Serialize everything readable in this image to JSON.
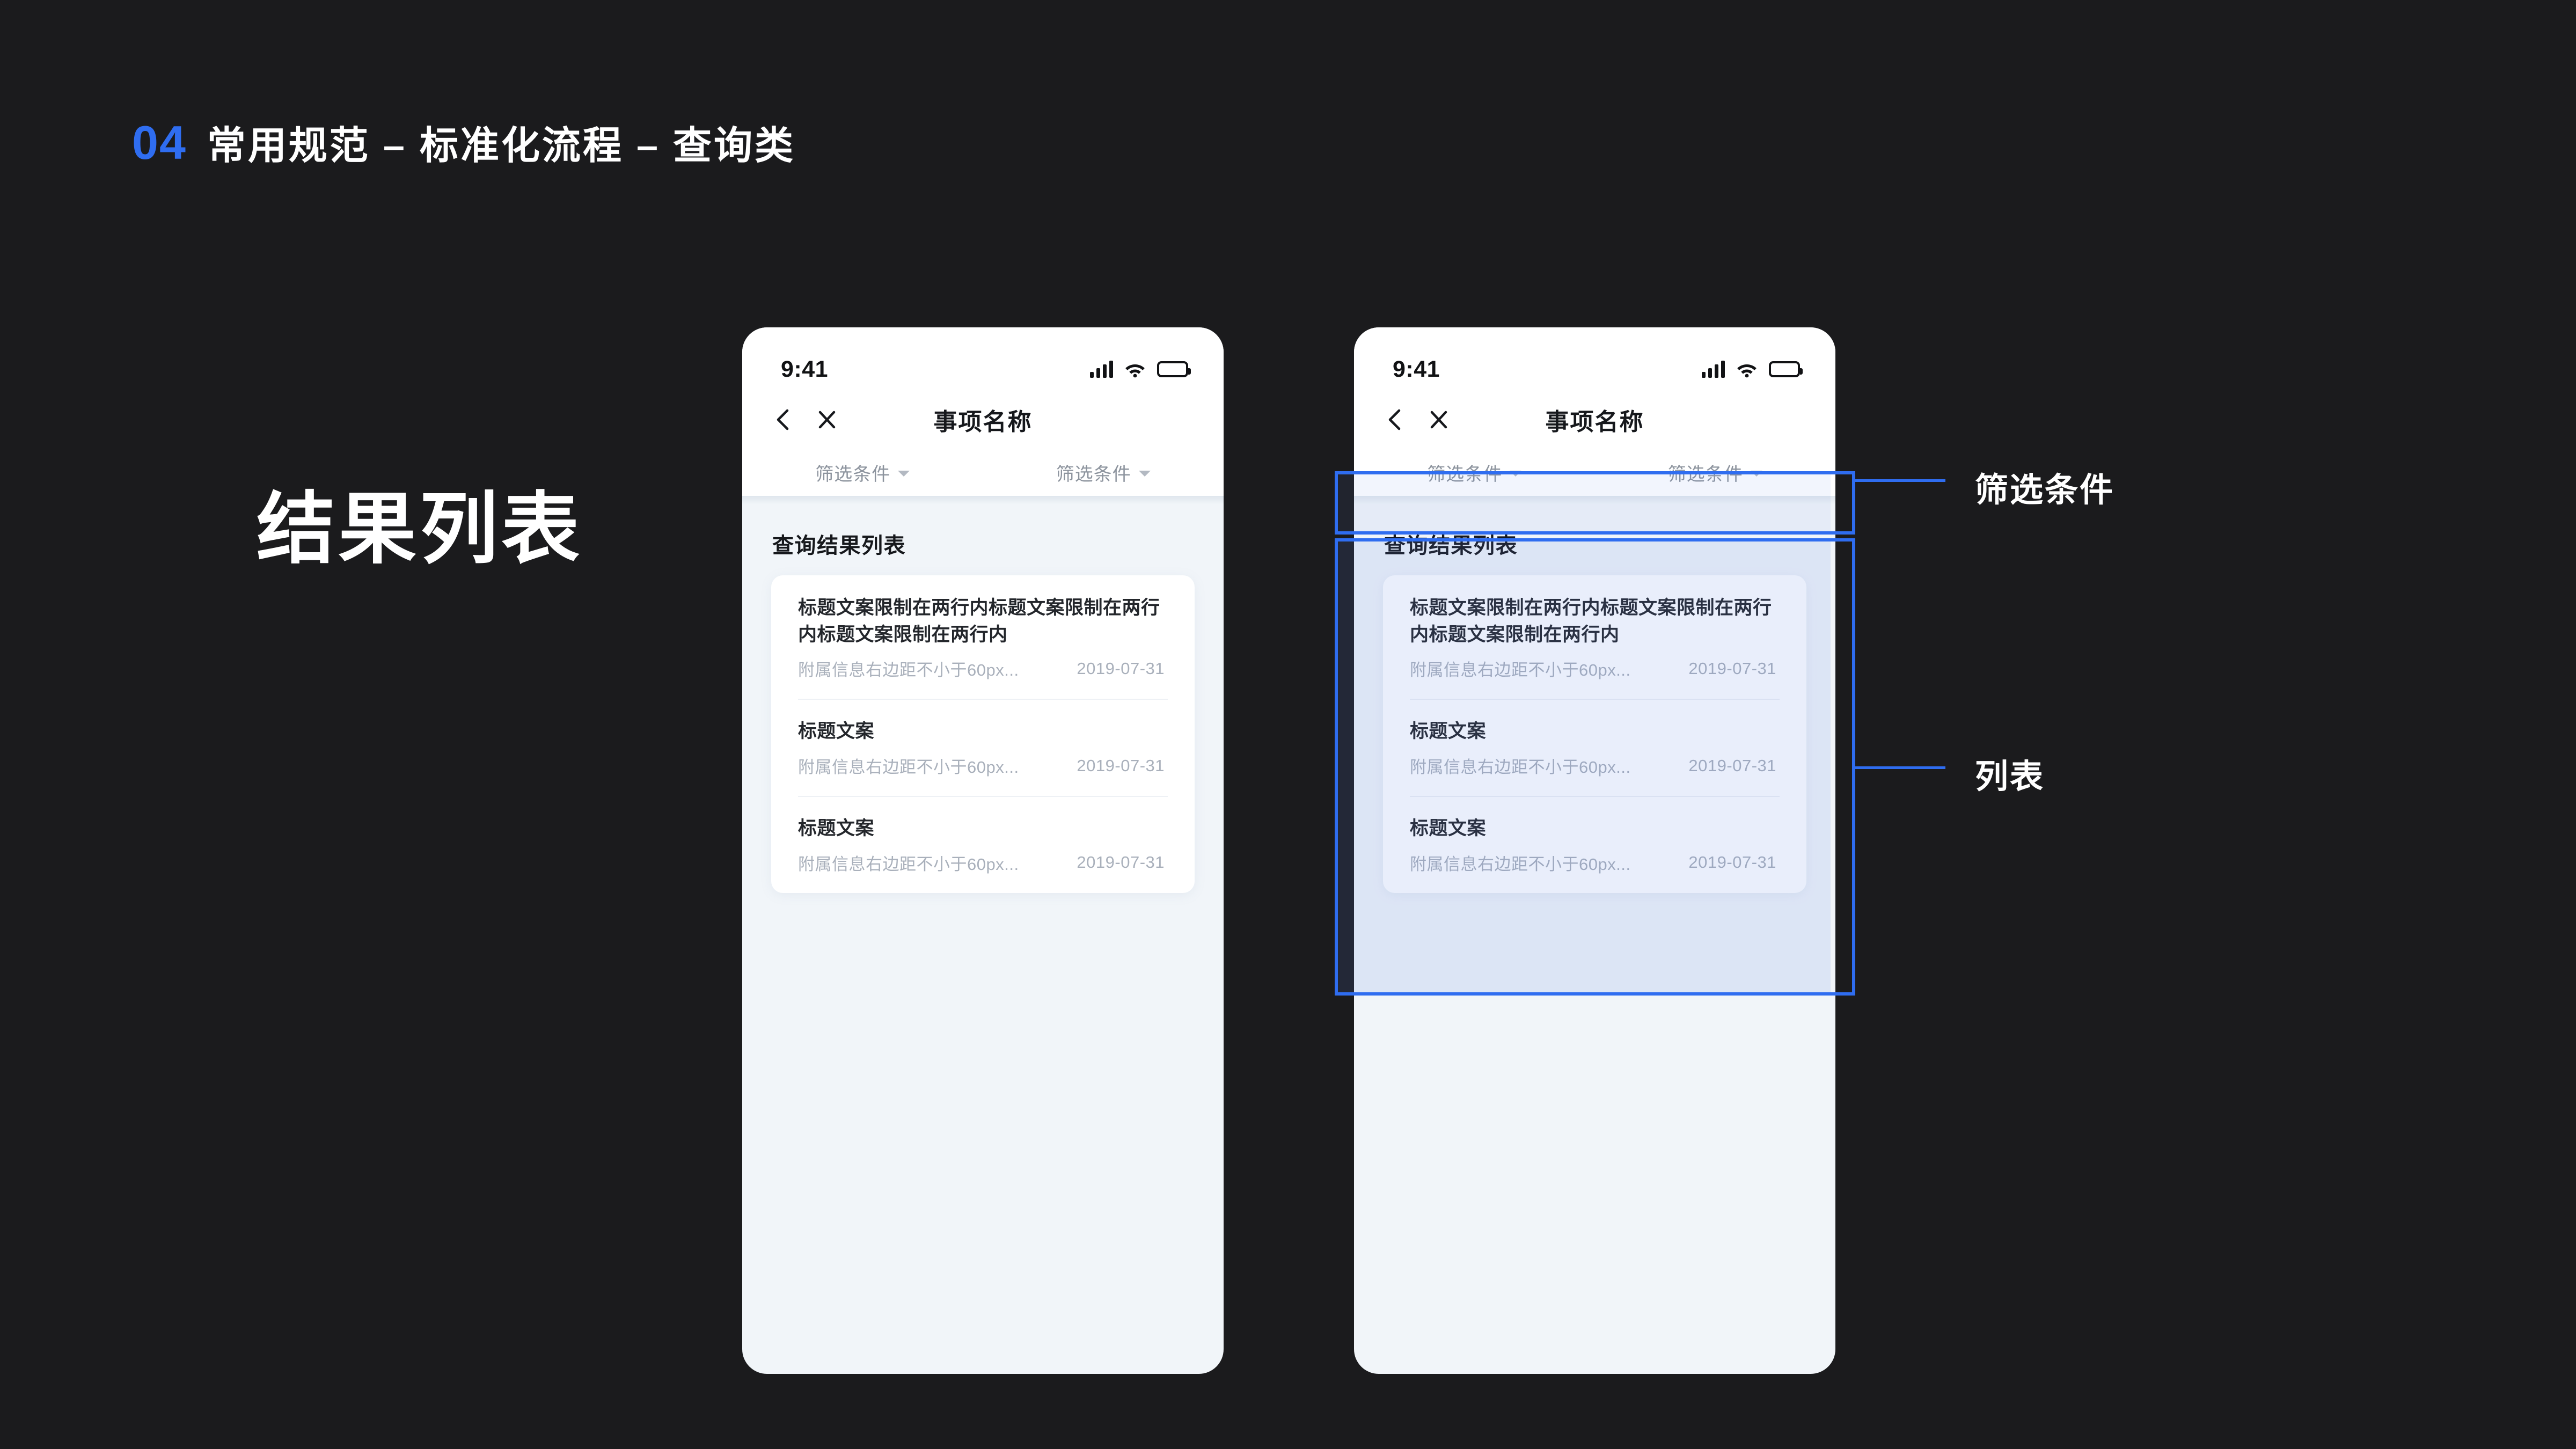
{
  "slide": {
    "number": "04",
    "title": "常用规范 – 标准化流程 – 查询类",
    "section_label": "结果列表",
    "accent_color": "#2f6df0",
    "background_color": "#1b1b1d"
  },
  "phone": {
    "status_bar": {
      "time": "9:41",
      "icons": [
        "signal-icon",
        "wifi-icon",
        "battery-icon"
      ]
    },
    "nav_bar": {
      "back_icon": "chevron-left-icon",
      "close_icon": "close-icon",
      "title": "事项名称"
    },
    "filter_bar": {
      "filters": [
        {
          "label": "筛选条件",
          "caret": "chevron-down-icon"
        },
        {
          "label": "筛选条件",
          "caret": "chevron-down-icon"
        }
      ]
    },
    "content": {
      "section_heading": "查询结果列表",
      "items": [
        {
          "title": "标题文案限制在两行内标题文案限制在两行内标题文案限制在两行内",
          "subtitle": "附属信息右边距不小于60px...",
          "date": "2019-07-31"
        },
        {
          "title": "标题文案",
          "subtitle": "附属信息右边距不小于60px...",
          "date": "2019-07-31"
        },
        {
          "title": "标题文案",
          "subtitle": "附属信息右边距不小于60px...",
          "date": "2019-07-31"
        }
      ]
    }
  },
  "annotations": [
    {
      "label": "筛选条件",
      "target": "filter-bar"
    },
    {
      "label": "列表",
      "target": "result-list"
    }
  ]
}
